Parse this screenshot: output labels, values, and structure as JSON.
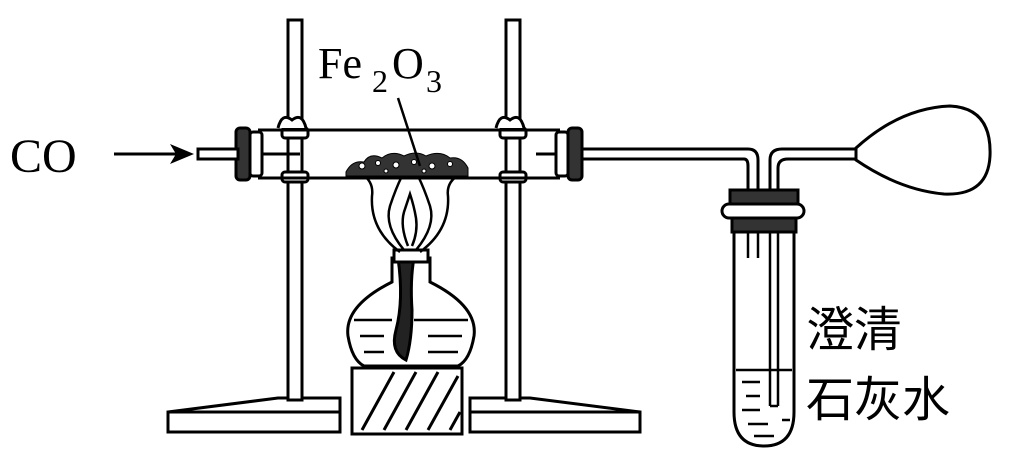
{
  "labels": {
    "gas_inlet": "CO",
    "reagent_main": "Fe",
    "reagent_sub1": "2",
    "reagent_o": "O",
    "reagent_sub2": "3",
    "liquid_line1": "澄清",
    "liquid_line2": "石灰水"
  },
  "colors": {
    "ink": "#000000",
    "paper": "#ffffff",
    "stopper": "#333333"
  }
}
